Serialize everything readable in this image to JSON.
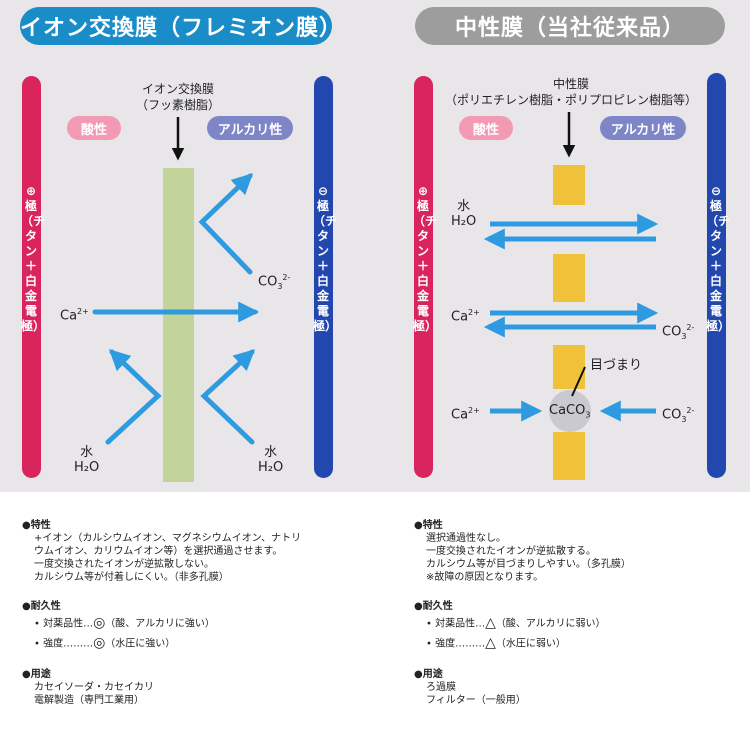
{
  "left": {
    "title": "イオン交換膜（フレミオン膜）",
    "membrane_label_1": "イオン交換膜",
    "membrane_label_2": "（フッ素樹脂）",
    "acid_label": "酸性",
    "alkaline_label": "アルカリ性",
    "plus_electrode": "⊕極（チタン＋白金電極）",
    "minus_electrode": "⊖極（チタン＋白金電極）",
    "ca_label": "Ca",
    "ca_charge": "2+",
    "co3_label": "CO",
    "co3_sub": "3",
    "co3_charge": "2-",
    "water_left": "水",
    "h2o_left": "H₂O",
    "water_right": "水",
    "h2o_right": "H₂O",
    "features": {
      "heading": "●特性",
      "lines": [
        "+イオン（カルシウムイオン、マグネシウムイオン、ナトリ",
        "ウムイオン、カリウムイオン等）を選択通過させます。",
        "一度交換されたイオンが逆拡散しない。",
        "カルシウム等が付着しにくい。（非多孔膜）"
      ]
    },
    "durability": {
      "heading": "●耐久性",
      "item1_label": "• 対薬品性…",
      "item1_symbol": "◎",
      "item1_note": "（酸、アルカリに強い）",
      "item2_label": "• 強度………",
      "item2_symbol": "◎",
      "item2_note": "（水圧に強い）"
    },
    "uses": {
      "heading": "●用途",
      "lines": [
        "カセイソーダ・カセイカリ",
        "電解製造（専門工業用）"
      ]
    }
  },
  "right": {
    "title": "中性膜（当社従来品）",
    "membrane_label_1": "中性膜",
    "membrane_label_2": "（ポリエチレン樹脂・ポリプロピレン樹脂等）",
    "acid_label": "酸性",
    "alkaline_label": "アルカリ性",
    "plus_electrode": "⊕極（チタン＋白金電極）",
    "minus_electrode": "⊖極（チタン＋白金電極）",
    "water_label": "水",
    "h2o_label": "H₂O",
    "ca_label": "Ca",
    "ca_charge": "2+",
    "co3_label": "CO",
    "co3_sub": "3",
    "co3_charge": "2-",
    "clog_label": "目づまり",
    "caco3_label": "CaCO",
    "caco3_sub": "3",
    "features": {
      "heading": "●特性",
      "lines": [
        "選択通過性なし。",
        "一度交換されたイオンが逆拡散する。",
        "カルシウム等が目づまりしやすい。（多孔膜）",
        "※故障の原因となります。"
      ]
    },
    "durability": {
      "heading": "●耐久性",
      "item1_label": "• 対薬品性…",
      "item1_symbol": "△",
      "item1_note": "（酸、アルカリに弱い）",
      "item2_label": "• 強度………",
      "item2_symbol": "△",
      "item2_note": "（水圧に弱い）"
    },
    "uses": {
      "heading": "●用途",
      "lines": [
        "ろ過膜",
        "フィルター（一般用）"
      ]
    }
  },
  "colors": {
    "arrow_blue": "#2e9be0",
    "plus_red": "#d9245e",
    "minus_blue": "#2248b0",
    "membrane_green": "#c3d49a",
    "membrane_yellow": "#efc23a"
  }
}
